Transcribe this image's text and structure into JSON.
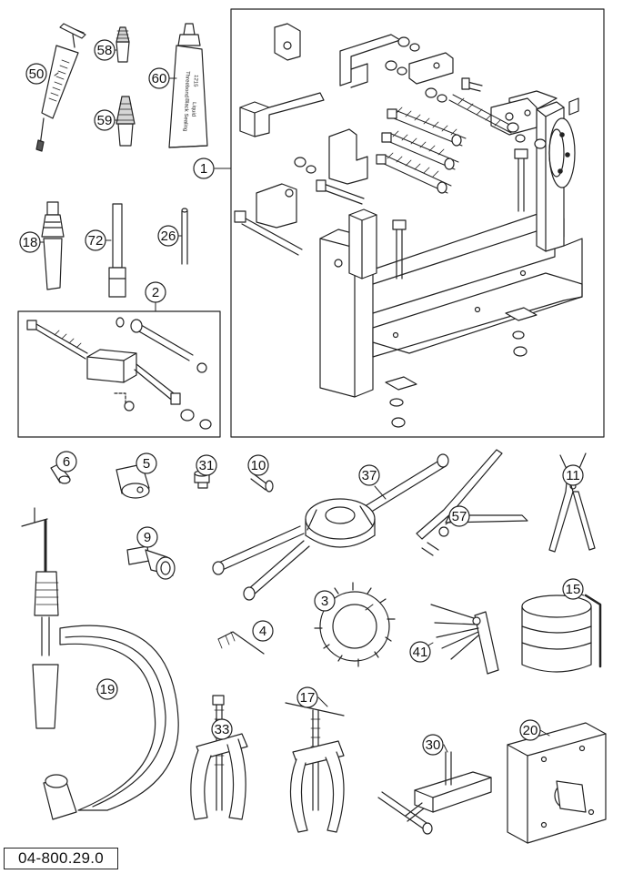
{
  "figure": {
    "reference_code": "04-800.29.0",
    "colors": {
      "line": "#222222",
      "fill": "#ffffff",
      "shade": "#d6d6d6",
      "dark": "#555555"
    },
    "callouts": [
      "1",
      "2",
      "3",
      "4",
      "5",
      "6",
      "9",
      "10",
      "11",
      "15",
      "17",
      "18",
      "19",
      "20",
      "26",
      "30",
      "31",
      "33",
      "37",
      "41",
      "50",
      "57",
      "58",
      "59",
      "60",
      "72"
    ],
    "tube_label_lines": [
      "Threebond",
      "Threebond",
      "1215",
      "Black Sealing",
      "Liquid"
    ]
  }
}
